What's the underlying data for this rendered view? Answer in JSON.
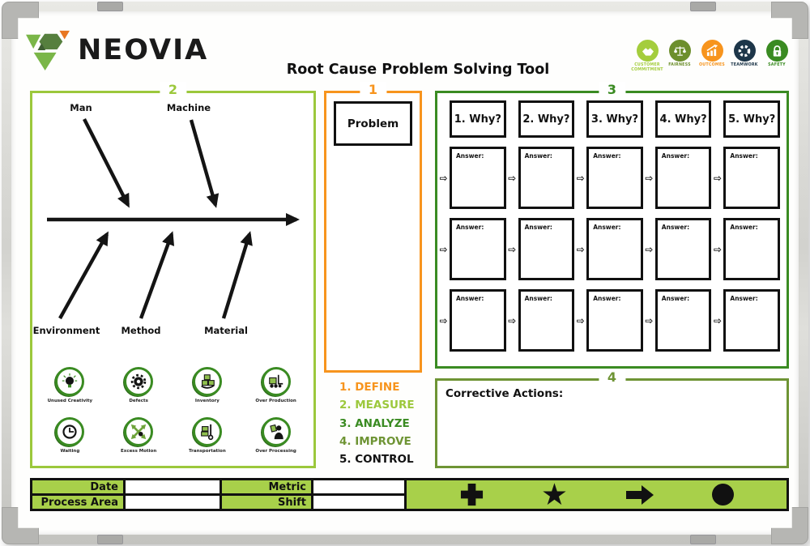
{
  "brand": {
    "name": "NEOVIA"
  },
  "header": {
    "title": "Root Cause Problem Solving Tool"
  },
  "values": {
    "items": [
      {
        "label": "CUSTOMER COMMITMENT",
        "color": "#a4cd3d",
        "icon": "handshake-icon"
      },
      {
        "label": "FAIRNESS",
        "color": "#6d8f2d",
        "icon": "scales-icon"
      },
      {
        "label": "OUTCOMES",
        "color": "#f7941d",
        "icon": "growth-chart-icon"
      },
      {
        "label": "TEAMWORK",
        "color": "#1d3649",
        "icon": "team-ring-icon"
      },
      {
        "label": "SAFETY",
        "color": "#3a8b22",
        "icon": "padlock-icon"
      }
    ]
  },
  "sections": {
    "s1": {
      "number": "1",
      "problem_label": "Problem",
      "accent": "#f7941d"
    },
    "s2": {
      "number": "2",
      "accent": "#9cc83c",
      "fishbone": {
        "top": [
          "Man",
          "Machine"
        ],
        "bottom": [
          "Environment",
          "Method",
          "Material"
        ]
      },
      "wastes": [
        "Unused Creativity",
        "Defects",
        "Inventory",
        "Over Production",
        "Waiting",
        "Excess Motion",
        "Transportation",
        "Over Processing"
      ]
    },
    "s3": {
      "number": "3",
      "accent": "#3a8b22",
      "why_headers": [
        "1. Why?",
        "2. Why?",
        "3. Why?",
        "4. Why?",
        "5. Why?"
      ],
      "answer_label": "Answer:",
      "rows": 3
    },
    "s4": {
      "number": "4",
      "accent": "#6e9434",
      "title": "Corrective Actions:"
    }
  },
  "dmaic": {
    "items": [
      {
        "label": "1. DEFINE",
        "color": "#f7941d"
      },
      {
        "label": "2. MEASURE",
        "color": "#9cc83c"
      },
      {
        "label": "3. ANALYZE",
        "color": "#3a8b22"
      },
      {
        "label": "4. IMPROVE",
        "color": "#6e9434"
      },
      {
        "label": "5. CONTROL",
        "color": "#111111"
      }
    ]
  },
  "footer": {
    "date_label": "Date",
    "metric_label": "Metric",
    "process_area_label": "Process Area",
    "shift_label": "Shift",
    "bar_color": "#a8d04a",
    "symbols": [
      "plus",
      "star",
      "arrow-right",
      "circle"
    ]
  },
  "icons": {
    "flow_arrow": "⇨",
    "star": "★"
  }
}
